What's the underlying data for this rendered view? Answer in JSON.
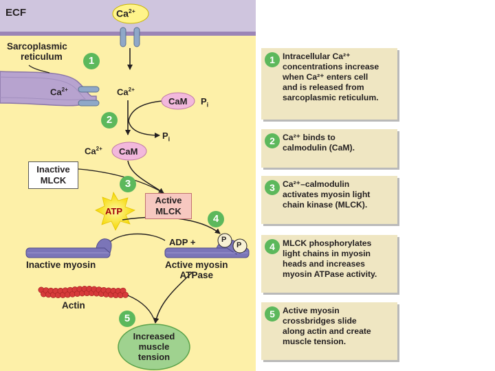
{
  "diagram": {
    "ecf_label": "ECF",
    "sr_label_line1": "Sarcoplasmic",
    "sr_label_line2": "reticulum",
    "ion_base": "Ca",
    "ion_charge": "2+",
    "cam": "CaM",
    "pi": "P",
    "pi_sub": "i",
    "inactive_mlck_line1": "Inactive",
    "inactive_mlck_line2": "MLCK",
    "active_mlck_line1": "Active",
    "active_mlck_line2": "MLCK",
    "atp": "ATP",
    "adp": "ADP +",
    "p": "P",
    "inactive_myosin": "Inactive myosin",
    "active_myosin_line1": "Active myosin",
    "active_myosin_line2": "ATPase",
    "actin": "Actin",
    "result_line1": "Increased",
    "result_line2": "muscle",
    "result_line3": "tension",
    "step_numbers": [
      "1",
      "2",
      "3",
      "4",
      "5"
    ]
  },
  "steps": [
    {
      "num": "1",
      "text": "Intracellular Ca²⁺\nconcentrations increase\nwhen Ca²⁺ enters cell\nand is released from\nsarcoplasmic reticulum."
    },
    {
      "num": "2",
      "text": "Ca²⁺ binds to\ncalmodulin (CaM)."
    },
    {
      "num": "3",
      "text": "Ca²⁺–calmodulin\nactivates myosin light\nchain kinase (MLCK)."
    },
    {
      "num": "4",
      "text": "MLCK phosphorylates\nlight chains in myosin\nheads and increases\nmyosin ATPase activity."
    },
    {
      "num": "5",
      "text": "Active myosin\ncrossbridges slide\nalong actin and create\nmuscle tension."
    }
  ],
  "colors": {
    "cytoplasm": "#fdf0a8",
    "ecf": "#cfc5de",
    "membrane": "#9b85b6",
    "channel": "#8fa8c8",
    "calmodulin": "#f2b8dc",
    "active_mlck": "#f7c8c0",
    "result": "#9fd28f",
    "step_badge": "#5cb85c",
    "step_card": "#efe6c2"
  }
}
